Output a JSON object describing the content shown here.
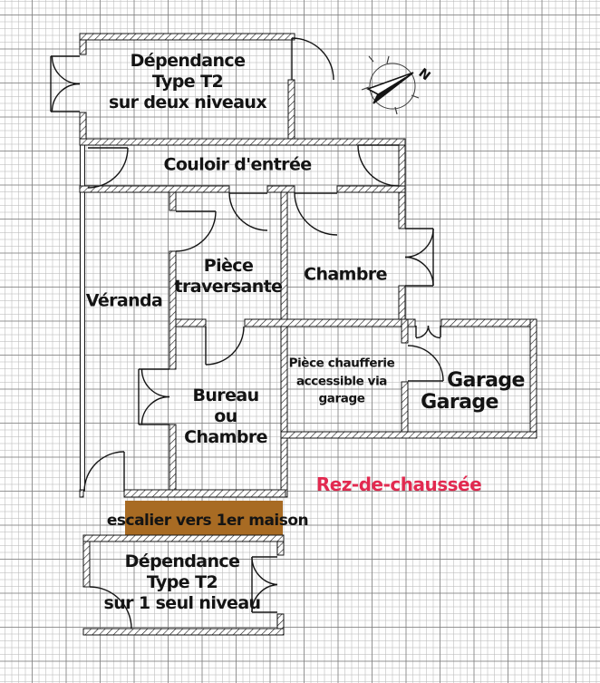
{
  "rooms": {
    "dependance_top": [
      "Dépendance",
      "Type T2",
      "sur deux niveaux"
    ],
    "couloir": [
      "Couloir d'entrée"
    ],
    "veranda": [
      "Véranda"
    ],
    "piece_traversante": [
      "Pièce",
      "traversante"
    ],
    "chambre": [
      "Chambre"
    ],
    "chaufferie": [
      "Pièce chaufferie",
      "accessible via",
      "garage"
    ],
    "garage_upper": [
      "Garage"
    ],
    "garage_lower": [
      "Garage"
    ],
    "bureau": [
      "Bureau",
      "ou",
      "Chambre"
    ],
    "dependance_bottom": [
      "Dépendance",
      "Type T2",
      "sur 1 seul niveau"
    ]
  },
  "floor_label": {
    "text": "Rez-de-chaussée",
    "color": "#e22a50"
  },
  "stair": {
    "label": "escalier vers 1er maison",
    "fill": "#a86b23"
  },
  "compass": {
    "north_label": "N"
  },
  "colors": {
    "wall": "#141414",
    "grid_minor": "#bcbcbc",
    "grid_major": "#7d7d7d",
    "paper": "#fefefe",
    "label_text": "#141414"
  }
}
